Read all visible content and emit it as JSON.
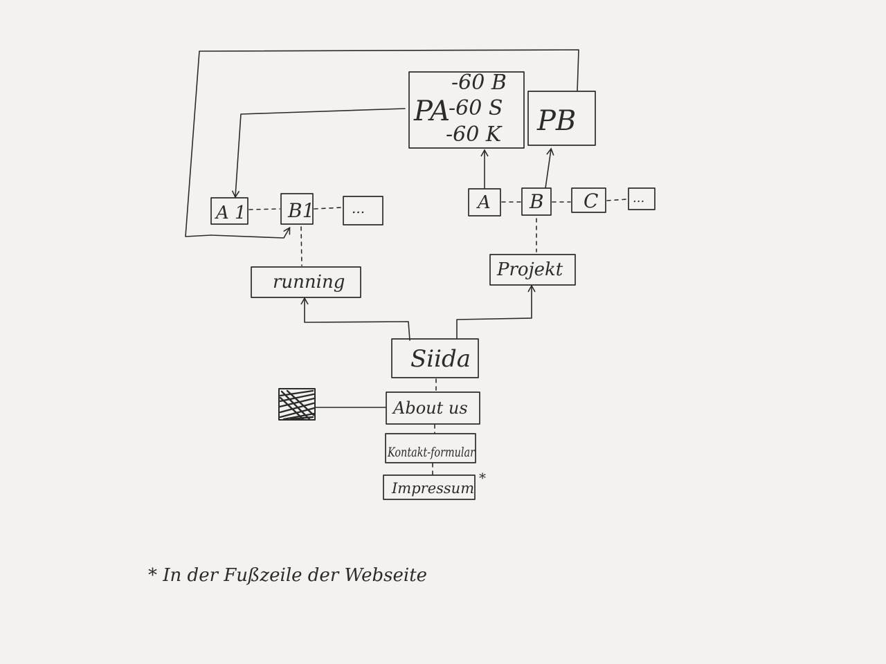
{
  "nodes": {
    "pa": "PA",
    "pa_items": [
      "-60 B",
      "-60 S",
      "-60 K"
    ],
    "pb": "PB",
    "a1": "A 1",
    "b1": "B1",
    "ellipsis_left": "...",
    "a": "A",
    "b": "B",
    "c": "C",
    "ellipsis_right": "...",
    "running": "running",
    "projekt": "Projekt",
    "siida": "Siida",
    "about": "About us",
    "kontakt": "Kontakt-formular",
    "impressum": "Impressum",
    "impressum_marker": "*"
  },
  "footnote": "* In der Fußzeile der Webseite",
  "colors": {
    "ink": "#2b2b2b",
    "paper": "#f3f2ef"
  }
}
